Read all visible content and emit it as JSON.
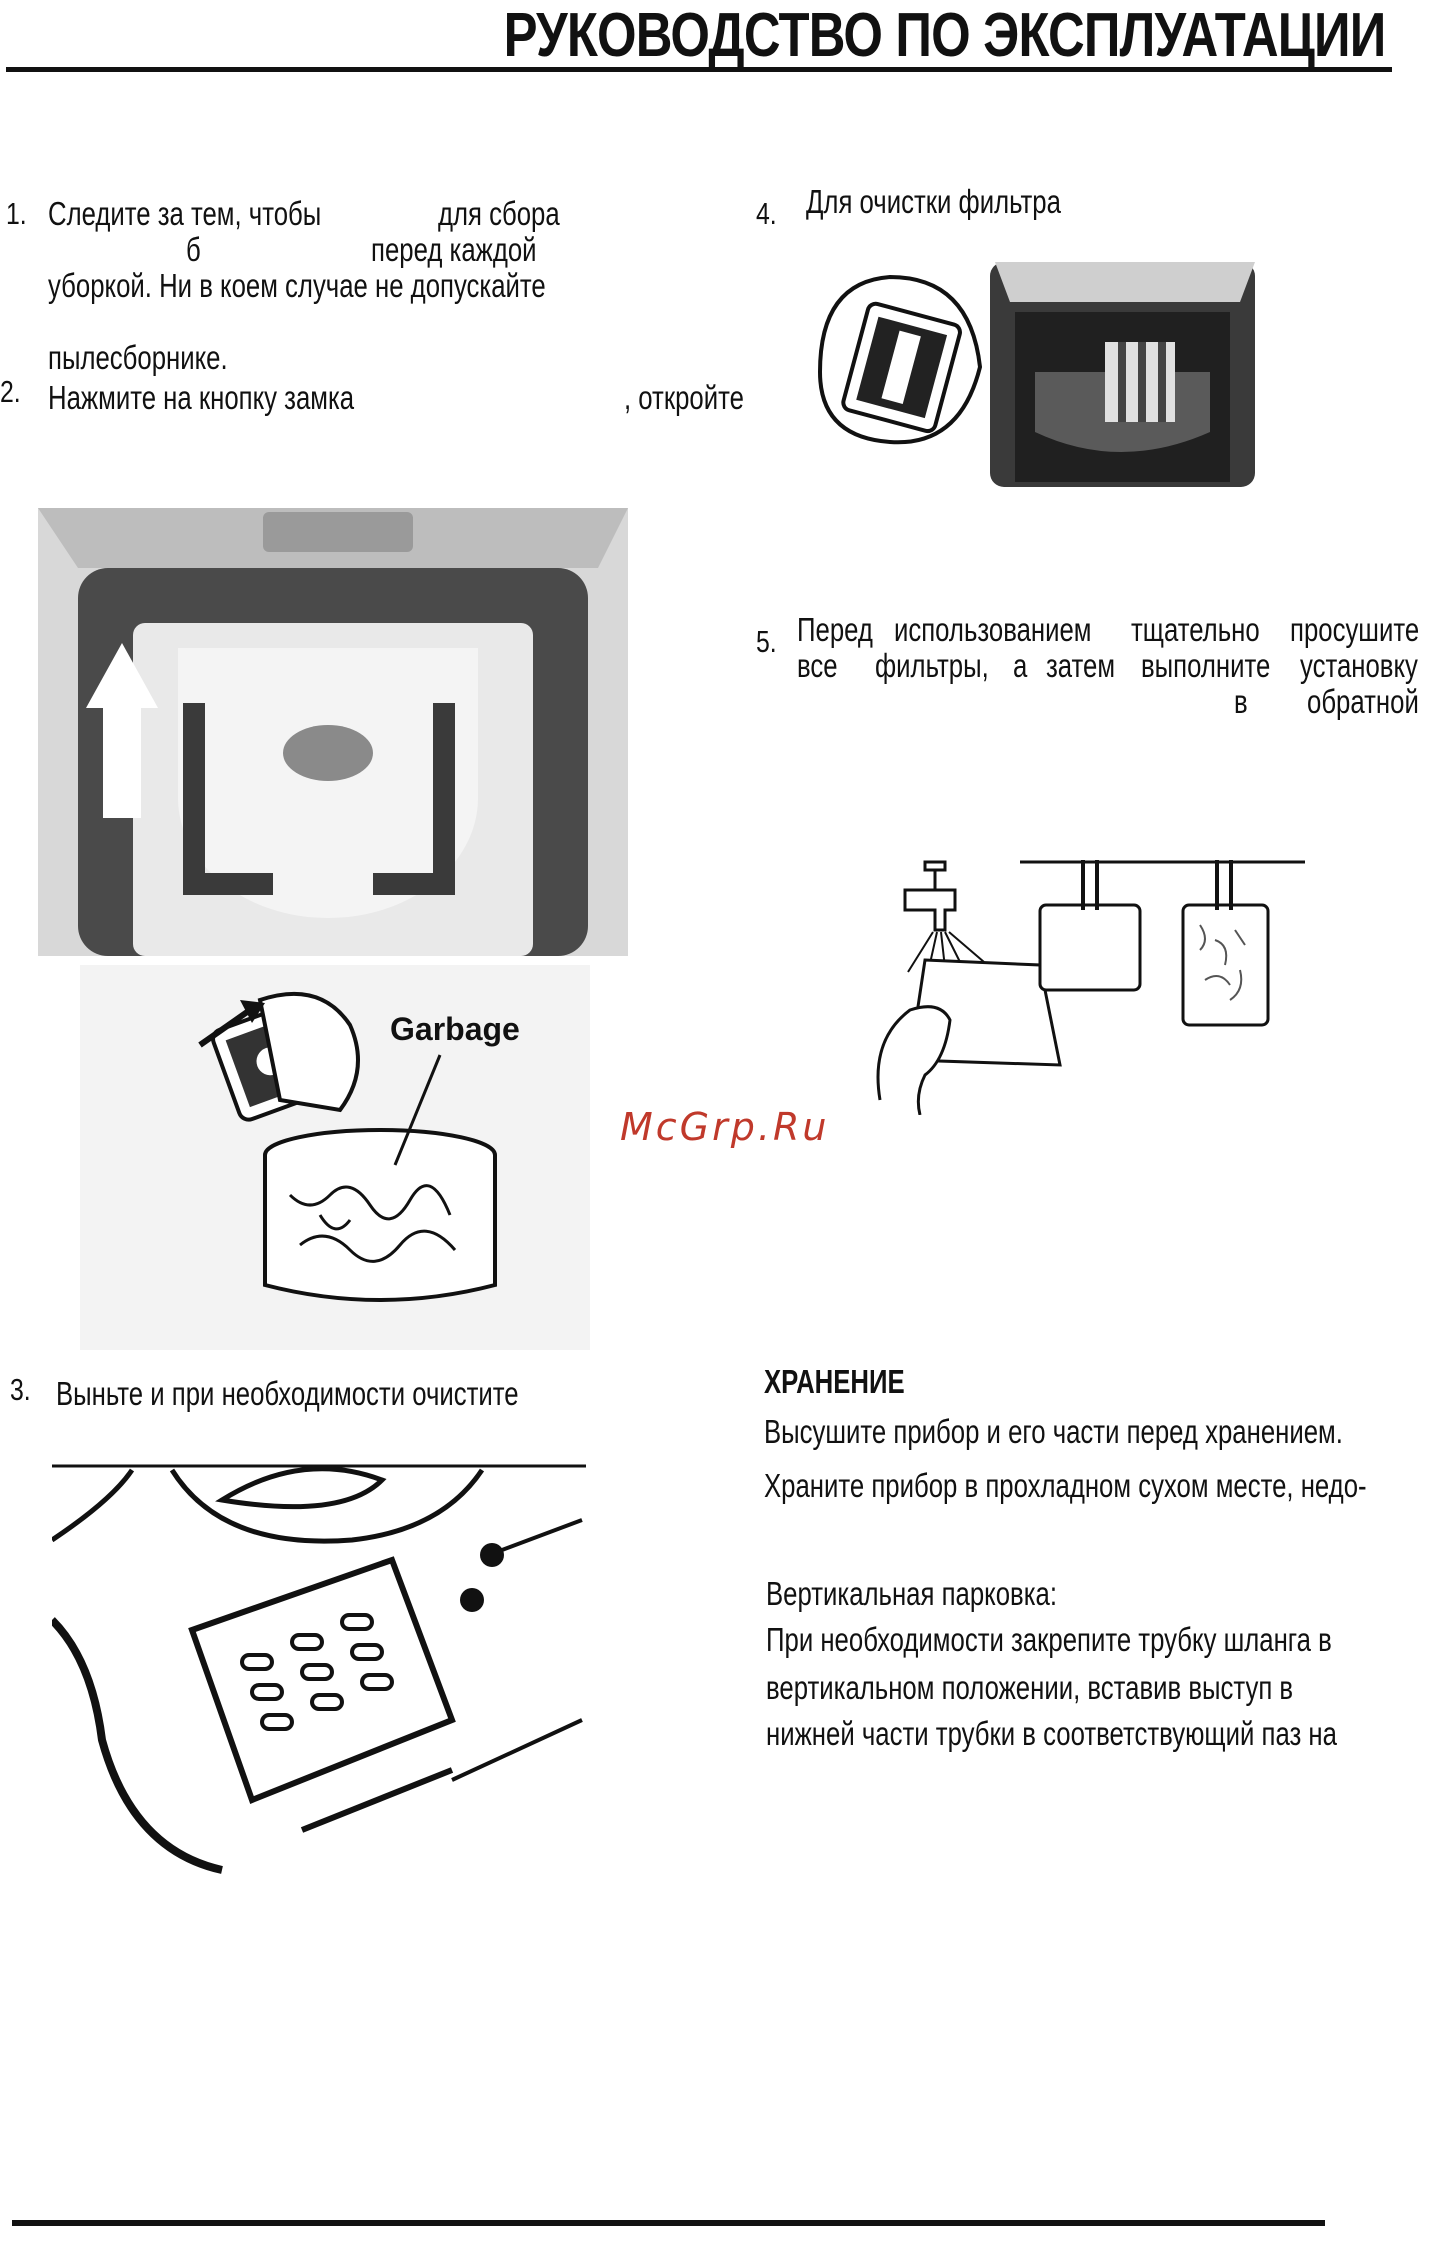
{
  "header": {
    "title": "РУКОВОДСТВО ПО ЭКСПЛУАТАЦИИ"
  },
  "steps": {
    "s1": {
      "number": "1.",
      "line1a": "Следите за тем, чтобы",
      "line1b": "для сбора",
      "line2a": "б",
      "line2b": "перед каждой",
      "line3": "уборкой. Ни в коем случае не допускайте",
      "line4": "пылесборнике."
    },
    "s2": {
      "number": "2.",
      "line1a": "Нажмите на кнопку замка",
      "line1b": ", откройте"
    },
    "s3": {
      "number": "3.",
      "line1": "Выньте и при необходимости очистите"
    },
    "s4": {
      "number": "4.",
      "line1": "Для очистки фильтра"
    },
    "s5": {
      "number": "5.",
      "line1": [
        "Перед",
        "использованием",
        "тщательно",
        "просушите"
      ],
      "line2": [
        "все",
        "фильтры,",
        "а",
        "затем",
        "выполните",
        "установку"
      ],
      "line3": [
        "в",
        "обратной"
      ]
    }
  },
  "illustrations": {
    "garbage_label": "Garbage"
  },
  "storage": {
    "heading": "ХРАНЕНИЕ",
    "line1": "Высушите прибор и его части перед хранением.",
    "line2": "Храните прибор в прохладном сухом месте, недо-",
    "parking_title": "Вертикальная парковка:",
    "parking_line1": "При необходимости закрепите трубку шланга в",
    "parking_line2": "вертикальном положении, вставив выступ в",
    "parking_line3": "нижней части трубки в соответствующий паз на"
  },
  "watermark": "McGrp.Ru"
}
